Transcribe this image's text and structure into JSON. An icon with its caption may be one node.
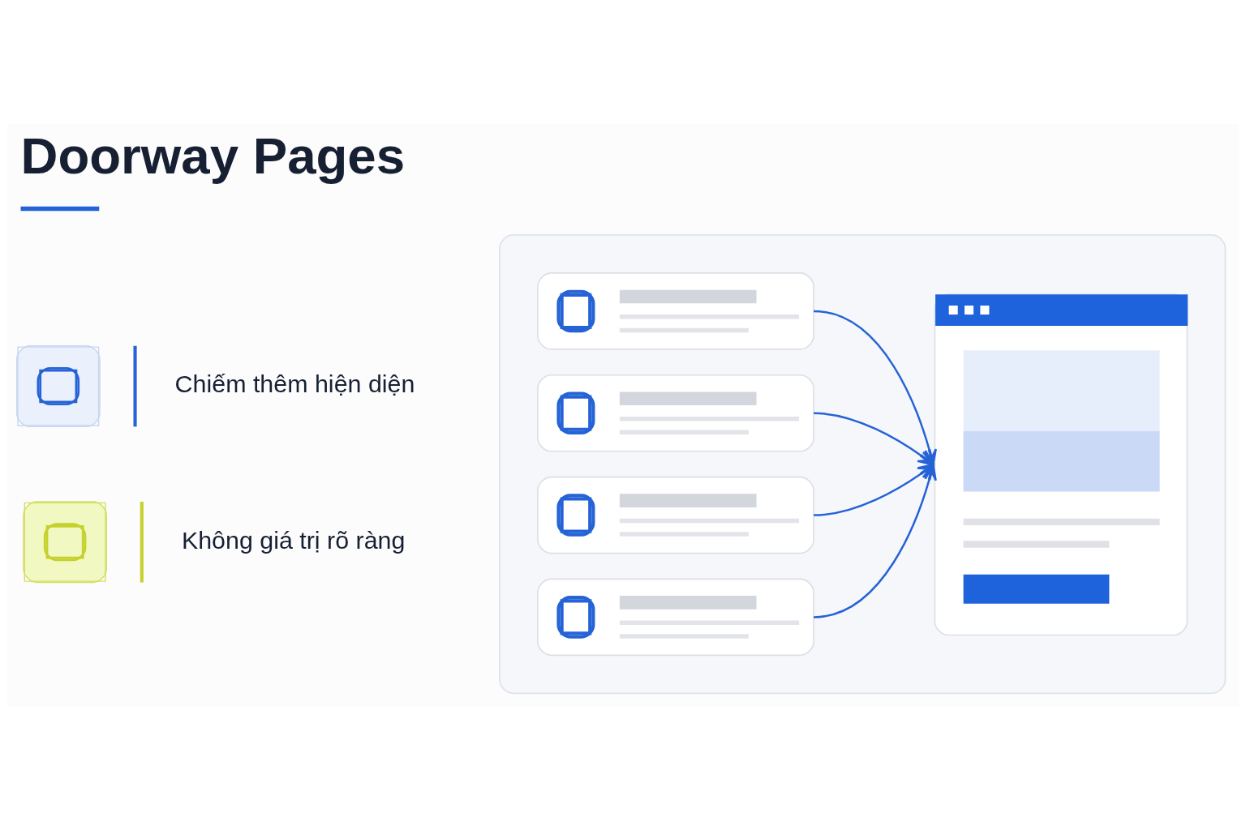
{
  "diagram": {
    "title": "Doorway Pages",
    "nodes": [
      {
        "text": [],
        "shape": "box"
      },
      {
        "text": [],
        "shape": "box",
        "in": 0
      },
      {
        "text": [],
        "shape": "box",
        "in": 0
      },
      {
        "text": [],
        "shape": "box",
        "in": 0
      },
      {
        "text": [],
        "shape": "box",
        "in": 0
      },
      {
        "text": [],
        "shape": "picture",
        "in": 0
      }
    ],
    "edges": [
      {
        "from": 1,
        "to": 5,
        "arrow": "to"
      },
      {
        "from": 2,
        "to": 5,
        "arrow": "to"
      },
      {
        "from": 3,
        "to": 5,
        "arrow": "to"
      },
      {
        "from": 4,
        "to": 5,
        "arrow": "to"
      }
    ],
    "labels": [
      "Chiếm thêm hiện diện",
      "Không giá trị rõ ràng"
    ]
  }
}
